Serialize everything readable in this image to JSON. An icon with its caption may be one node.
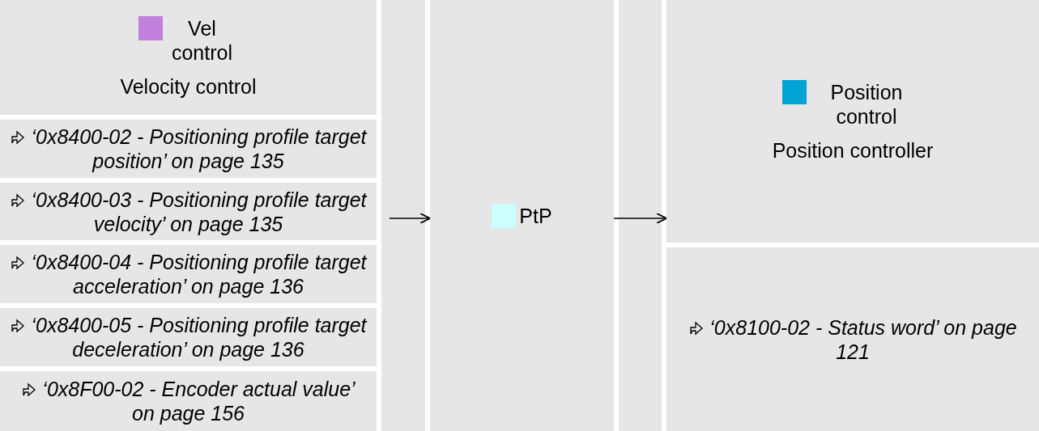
{
  "diagram": {
    "nodes": [
      {
        "text": [
          "Vel control",
          "Velocity control"
        ]
      },
      {
        "text": [
          "‘0x8400-02 - Positioning profile target position’ on page 135"
        ]
      },
      {
        "text": [
          "‘0x8400-03 - Positioning profile target velocity’ on page 135"
        ]
      },
      {
        "text": [
          "‘0x8400-04 - Positioning profile target acceleration’ on page 136"
        ]
      },
      {
        "text": [
          "‘0x8400-05 - Positioning profile target deceleration’ on page 136"
        ]
      },
      {
        "text": [
          "‘0x8F00-02 - Encoder actual value’ on page 156"
        ]
      },
      {
        "text": [
          "PtP"
        ]
      },
      {
        "text": [
          "Position control",
          "Position controller"
        ]
      },
      {
        "text": [
          "‘0x8100-02 - Status word’ on page 121"
        ]
      }
    ],
    "edges": [
      {
        "from": null,
        "to": 6,
        "arrow": "to"
      },
      {
        "from": 6,
        "to": 7,
        "arrow": "to"
      }
    ]
  }
}
